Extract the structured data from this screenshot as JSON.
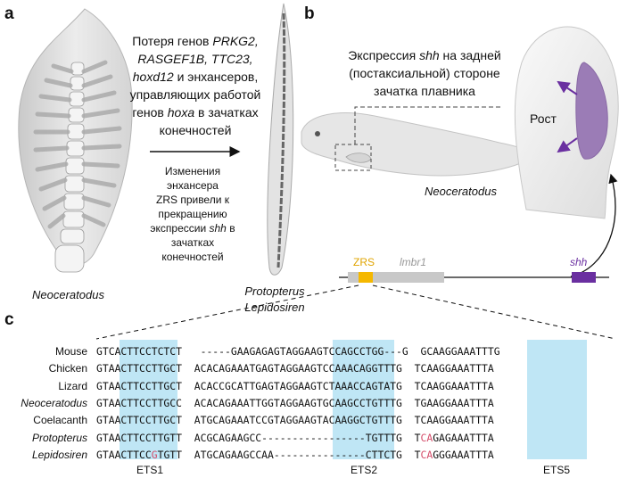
{
  "panels": {
    "a": "a",
    "b": "b",
    "c": "c"
  },
  "panel_a": {
    "loss_text_line1": "Потеря генов ",
    "loss_text_gene1": "PRKG2,",
    "loss_text_line2": "RASGEF1B, TTC23,",
    "loss_text_line3a": "hoxd12",
    "loss_text_line3b": " и энхансеров,",
    "loss_text_line4": "управляющих работой",
    "loss_text_line5a": "генов ",
    "loss_text_line5b": "hoxa",
    "loss_text_line5c": " в зачатках",
    "loss_text_line6": "конечностей",
    "change_text": [
      "Изменения",
      "энхансера",
      "ZRS привели к",
      "прекращению"
    ],
    "change_line5a": "экспрессии ",
    "change_line5b": "shh",
    "change_line5c": " в",
    "change_text_end": [
      "зачатках",
      "конечностей"
    ],
    "left_species": "Neoceratodus",
    "right_species": [
      "Protopterus",
      "Lepidosiren"
    ]
  },
  "panel_b": {
    "expr_line1a": "Экспрессия ",
    "expr_line1b": "shh",
    "expr_line1c": " на задней",
    "expr_line2": "(постаксиальной) стороне",
    "expr_line3": "зачатка плавника",
    "growth_label": "Рост",
    "species": "Neoceratodus",
    "gene_labels": {
      "zrs": "ZRS",
      "lmbr1": "lmbr1",
      "shh": "shh"
    },
    "colors": {
      "zrs": "#f5b800",
      "lmbr1": "#c8c8c8",
      "shh": "#6a2fa0",
      "growth": "#9b7cb6"
    }
  },
  "panel_c": {
    "rows": [
      {
        "species": "Mouse",
        "italic": false,
        "seq": "GTCACTTCCTCTCT   -----GAAGAGAGTAGGAAGTCCAGCCTGG---G  GCAAGGAAATTTG"
      },
      {
        "species": "Chicken",
        "italic": false,
        "seq": "GTAACTTCCTTGCT  ACACAGAAATGAGTAGGAAGTCCAAACAGGTTTG  TCAAGGAAATTTA"
      },
      {
        "species": "Lizard",
        "italic": false,
        "seq": "GTAACTTCCTTGCT  ACACCGCATTGAGTAGGAAGTCTAAACCAGTATG  TCAAGGAAATTTA"
      },
      {
        "species": "Neoceratodus",
        "italic": true,
        "seq": "GTAACTTCCTTGCC  ACACAGAAATTGGTAGGAAGTGCAAGCCTGTTTG  TGAAGGAAATTTA"
      },
      {
        "species": "Coelacanth",
        "italic": false,
        "seq": "GTAACTTCCTTGCT  ATGCAGAAATCCGTAGGAAGTACAAGGCTGTTTG  TCAAGGAAATTTA"
      },
      {
        "species": "Protopterus",
        "italic": true,
        "seq": "GTAACTTCCTTGTT  ACGCAGAAGCC-----------------TGTTTG  TCAGAGAAATTTA"
      },
      {
        "species": "Lepidosiren",
        "italic": true,
        "seq": "GTAACTTCCGTGTT  ATGCAGAAGCCAA---------------CTTCTG  TCAGGGAAATTTA"
      }
    ],
    "ets_labels": [
      "ETS1",
      "ETS2",
      "ETS5"
    ],
    "highlight_color": "#bfe6f5",
    "mutation_color": "#d44d6a"
  }
}
